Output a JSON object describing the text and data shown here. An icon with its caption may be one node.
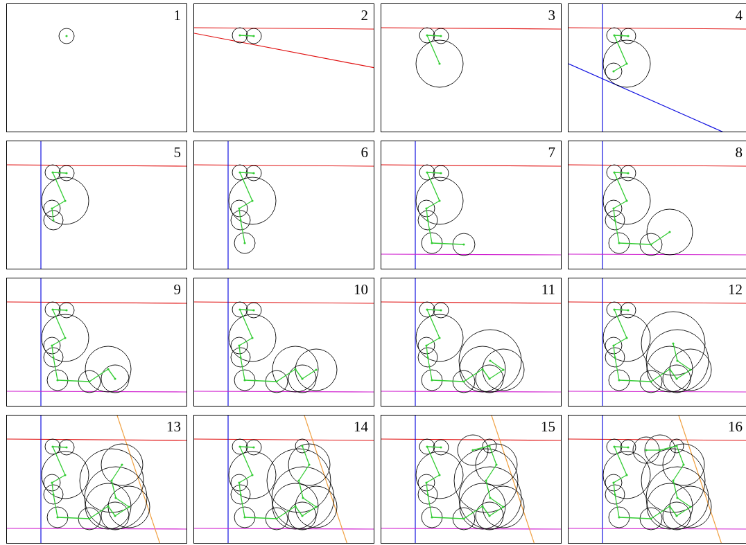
{
  "diagram": {
    "nodes": [
      {
        "text": [
          "1"
        ]
      },
      {
        "text": [
          "2"
        ]
      },
      {
        "text": [
          "3"
        ]
      },
      {
        "text": [
          "4"
        ]
      },
      {
        "text": [
          "5"
        ]
      },
      {
        "text": [
          "6"
        ]
      },
      {
        "text": [
          "7"
        ]
      },
      {
        "text": [
          "8"
        ]
      },
      {
        "text": [
          "9"
        ]
      },
      {
        "text": [
          "10"
        ]
      },
      {
        "text": [
          "11"
        ]
      },
      {
        "text": [
          "12"
        ]
      },
      {
        "text": [
          "13"
        ]
      },
      {
        "text": [
          "14"
        ]
      },
      {
        "text": [
          "15"
        ]
      },
      {
        "text": [
          "16"
        ]
      }
    ]
  }
}
